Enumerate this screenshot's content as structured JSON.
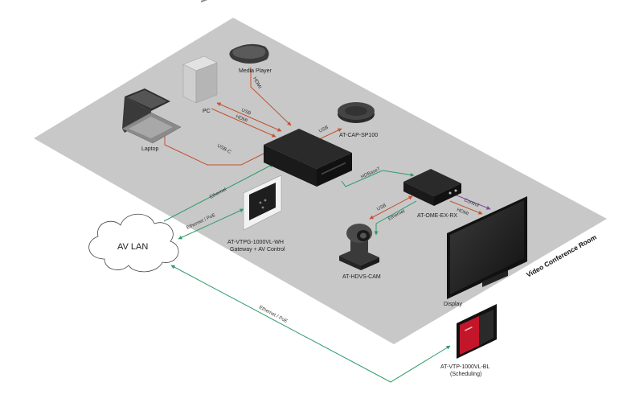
{
  "room": {
    "label": "Video Conference Room"
  },
  "network": {
    "label": "AV LAN"
  },
  "devices": {
    "media_player": "Media Player",
    "pc": "PC",
    "laptop": "Laptop",
    "speakerphone": "AT-CAP-SP100",
    "gateway_line1": "AT-VTPG-1000VL-WH",
    "gateway_line2": "Gateway + AV Control",
    "receiver": "AT-OME-EX-RX",
    "camera": "AT-HDVS-CAM",
    "display": "Display",
    "scheduler_line1": "AT-VTP-1000VL-BL",
    "scheduler_line2": "(Scheduling)"
  },
  "connections": {
    "hdmi_media": "HDMI",
    "usb_pc": "USB",
    "hdmi_pc": "HDMI",
    "usbc_laptop": "USB-C",
    "usb_speaker": "USB",
    "hdbaset": "HDBaseT",
    "usb_cam": "USB",
    "ethernet_cam": "Ethernet",
    "hdmi_display": "HDMI",
    "control_display": "Control",
    "ethernet_switcher": "Ethernet",
    "ethernet_poe_gateway": "Ethernet / PoE",
    "ethernet_poe_scheduler": "Ethernet / PoE"
  },
  "colors": {
    "room_floor": "#c8c8c8",
    "hdmi_usb_wire": "#c4522e",
    "network_wire": "#2e9b6a",
    "control_wire": "#7b4aa0",
    "scheduler_red": "#c4162a"
  }
}
